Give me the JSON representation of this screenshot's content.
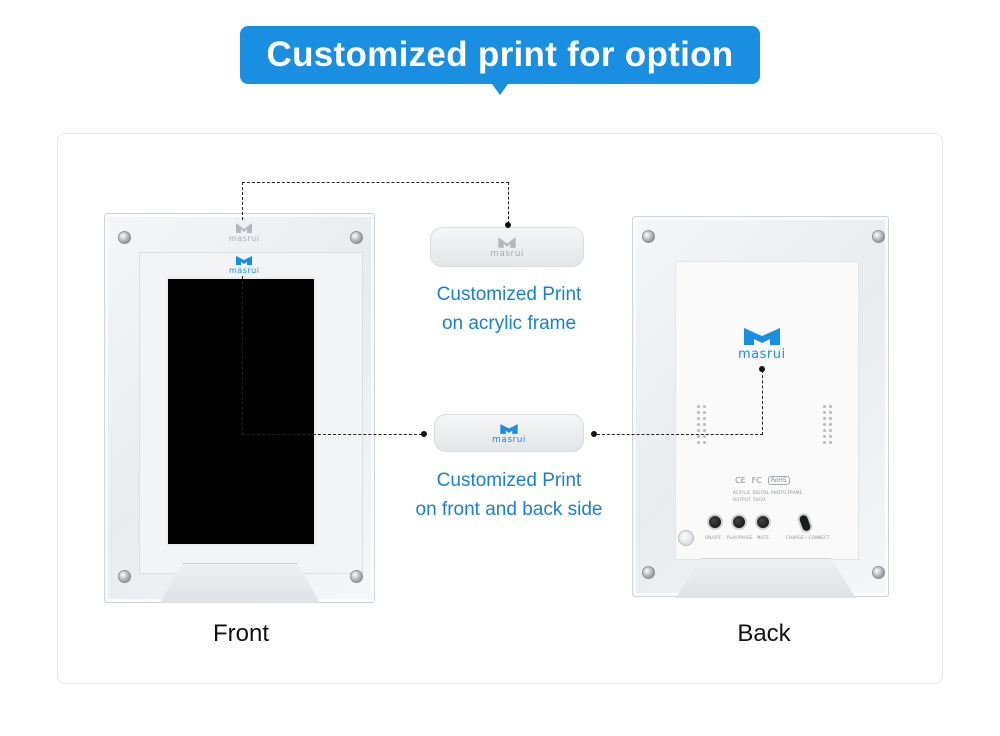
{
  "banner": {
    "title": "Customized print for option"
  },
  "logo_text": "masrui",
  "captions": {
    "acrylic_line1": "Customized Print",
    "acrylic_line2": "on acrylic frame",
    "sides_line1": "Customized Print",
    "sides_line2": "on front and back side"
  },
  "labels": {
    "front": "Front",
    "back": "Back"
  },
  "back_panel": {
    "ce": "CE",
    "fc": "FC",
    "rohs": "RoHS",
    "product_line1": "ACRYLIC DIGITAL PHOTO FRAME",
    "product_line2": "OUTPUT: 5V/2A",
    "btn_power": "ON/OFF",
    "btn_play": "PLAY/PAUSE",
    "btn_mute": "MUTE",
    "port_label": "CHARGE / CONNECT"
  },
  "colors": {
    "accent": "#1a8ee0",
    "caption": "#1a80d0",
    "text": "#111111"
  },
  "icons": [
    "masrui-logo-icon",
    "screw-icon",
    "power-button-icon",
    "play-pause-button-icon",
    "mute-button-icon",
    "usb-c-port-icon"
  ]
}
